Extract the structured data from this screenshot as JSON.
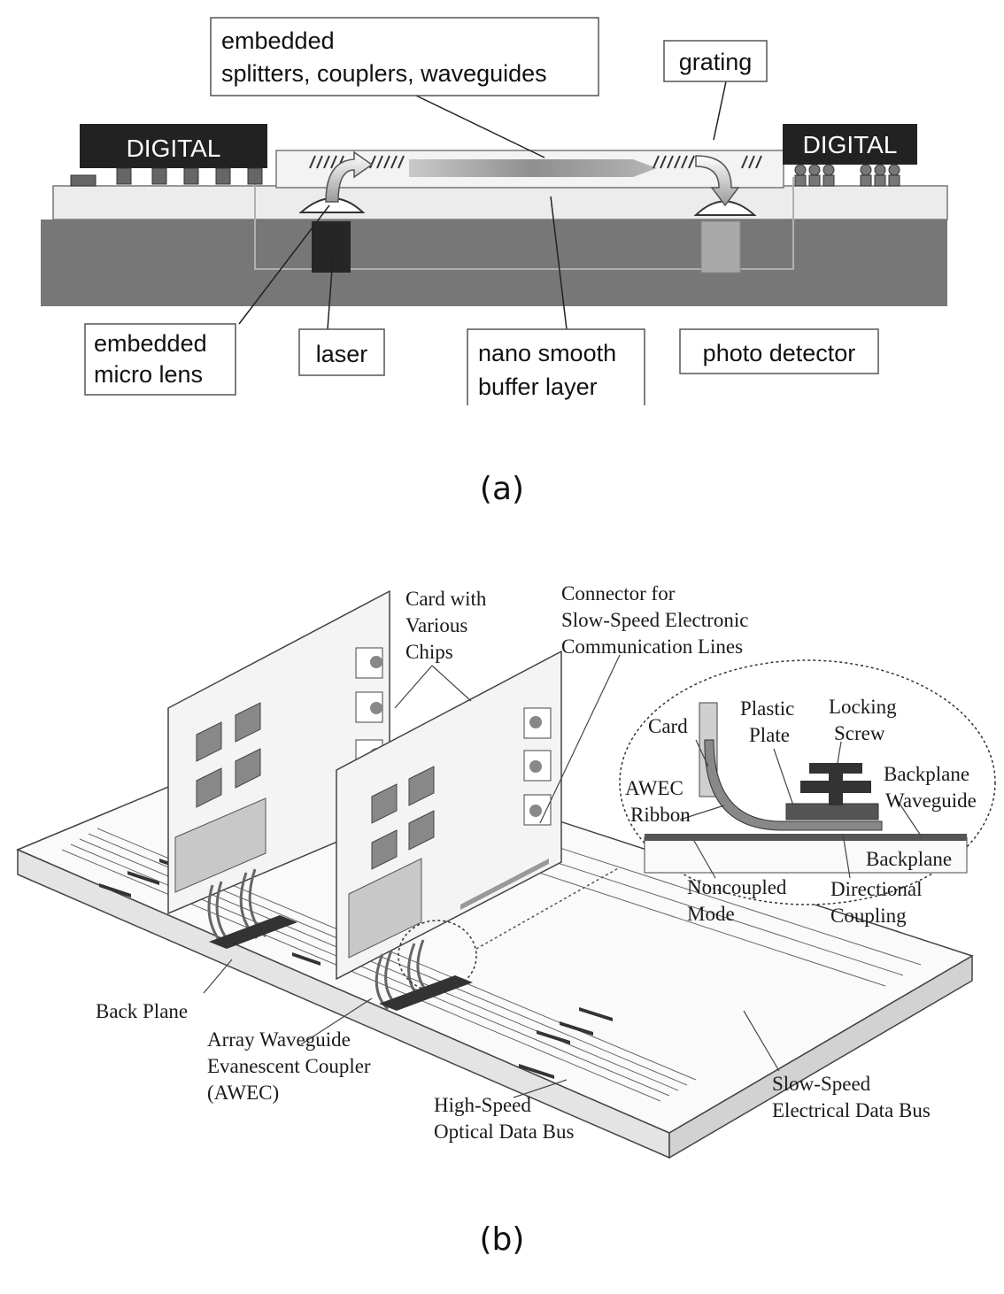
{
  "figure_a": {
    "labels": {
      "embedded_splitters_line1": "embedded",
      "embedded_splitters_line2": "splitters, couplers, waveguides",
      "grating": "grating",
      "digital_left": "DIGITAL",
      "digital_right": "DIGITAL",
      "micro_lens_line1": "embedded",
      "micro_lens_line2": "micro lens",
      "laser": "laser",
      "buffer_line1": "nano smooth",
      "buffer_line2": "buffer layer",
      "photo_detector": "photo detector"
    },
    "caption": "(a)"
  },
  "figure_b": {
    "labels": {
      "card_chips_line1": "Card with",
      "card_chips_line2": "Various",
      "card_chips_line3": "Chips",
      "connector_line1": "Connector for",
      "connector_line2": "Slow-Speed Electronic",
      "connector_line3": "Communication Lines",
      "inset_card": "Card",
      "plastic_plate_line1": "Plastic",
      "plastic_plate_line2": "Plate",
      "locking_screw_line1": "Locking",
      "locking_screw_line2": "Screw",
      "backplane_waveguide_line1": "Backplane",
      "backplane_waveguide_line2": "Waveguide",
      "awec_ribbon_line1": "AWEC",
      "awec_ribbon_line2": "Ribbon",
      "inset_backplane": "Backplane",
      "noncoupled_line1": "Noncoupled",
      "noncoupled_line2": "Mode",
      "directional_line1": "Directional",
      "directional_line2": "Coupling",
      "back_plane": "Back Plane",
      "awec_line1": "Array Waveguide",
      "awec_line2": "Evanescent Coupler",
      "awec_line3": "(AWEC)",
      "optical_bus_line1": "High-Speed",
      "optical_bus_line2": "Optical Data Bus",
      "electrical_bus_line1": "Slow-Speed",
      "electrical_bus_line2": "Electrical Data Bus"
    },
    "caption": "(b)"
  }
}
